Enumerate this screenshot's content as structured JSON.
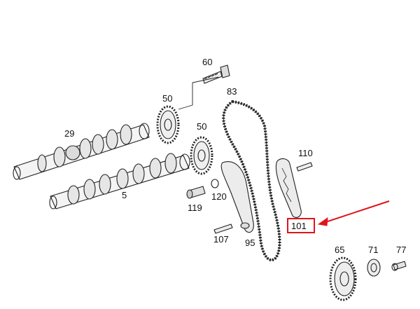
{
  "diagram": {
    "highlight_color": "#e0141b",
    "part_numbers": {
      "p29": "29",
      "p5": "5",
      "p50a": "50",
      "p50b": "50",
      "p60": "60",
      "p83": "83",
      "p110": "110",
      "p120": "120",
      "p119": "119",
      "p101": "101",
      "p107": "107",
      "p95": "95",
      "p65": "65",
      "p71": "71",
      "p77": "77"
    }
  }
}
